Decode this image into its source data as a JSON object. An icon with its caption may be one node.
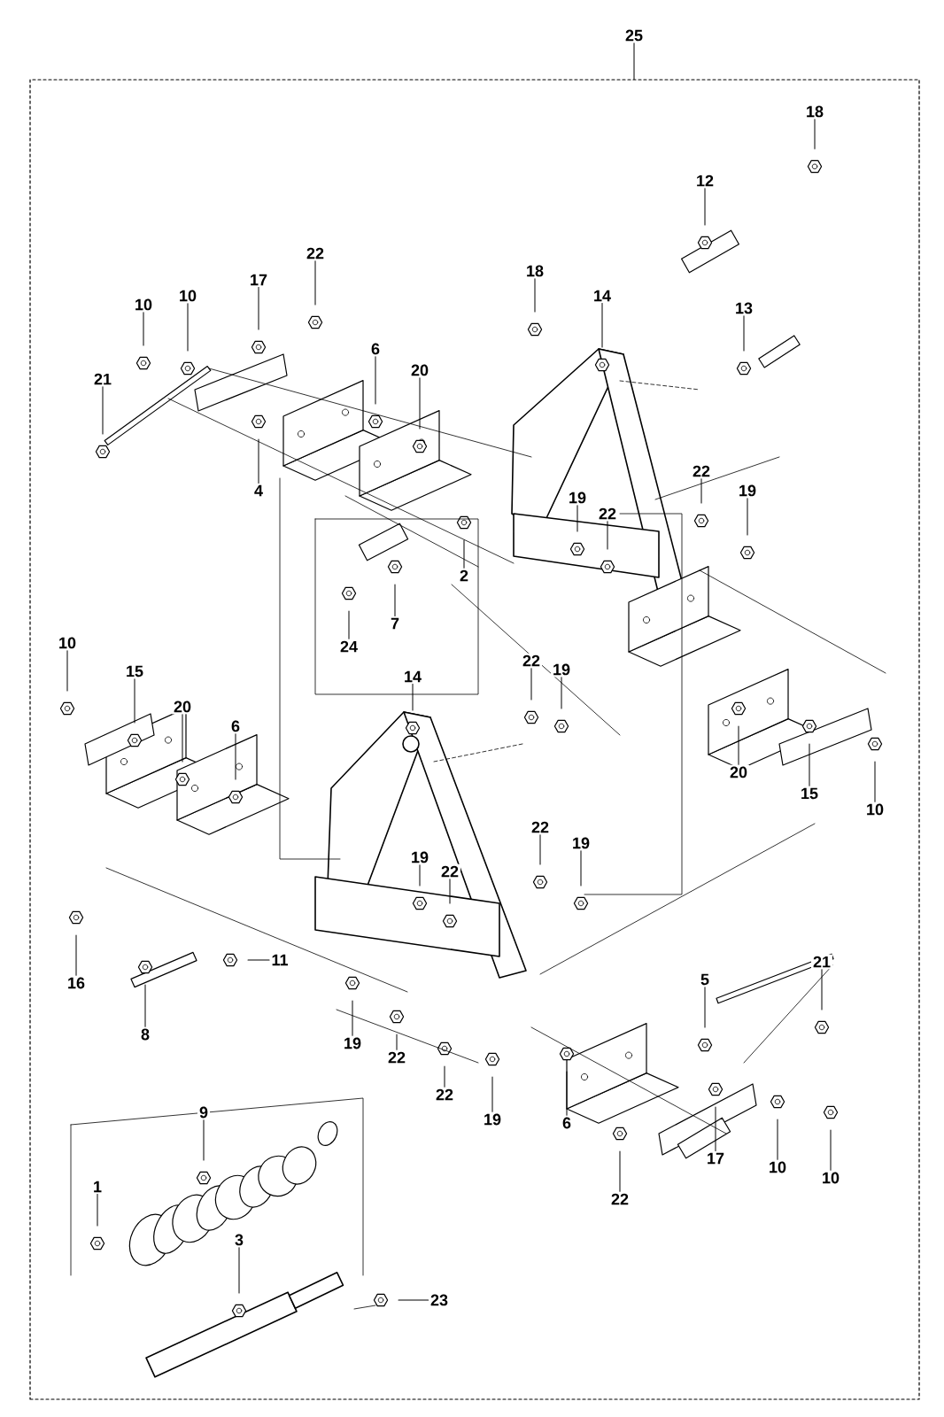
{
  "diagram": {
    "nodes": [
      {
        "text": [],
        "shape": "box"
      },
      {
        "text": [
          "25"
        ]
      },
      {
        "text": [
          "18"
        ],
        "in": 0
      },
      {
        "text": [
          "12"
        ],
        "in": 0
      },
      {
        "text": [
          "22"
        ],
        "in": 0
      },
      {
        "text": [
          "17"
        ],
        "in": 0
      },
      {
        "text": [
          "10"
        ],
        "in": 0
      },
      {
        "text": [
          "10"
        ],
        "in": 0
      },
      {
        "text": [
          "18"
        ],
        "in": 0
      },
      {
        "text": [
          "14"
        ],
        "in": 0
      },
      {
        "text": [
          "13"
        ],
        "in": 0
      },
      {
        "text": [
          "6"
        ],
        "in": 0
      },
      {
        "text": [
          "20"
        ],
        "in": 0
      },
      {
        "text": [
          "21"
        ],
        "in": 0
      },
      {
        "text": [
          "4"
        ],
        "in": 0
      },
      {
        "text": [
          "22"
        ],
        "in": 0
      },
      {
        "text": [
          "19"
        ],
        "in": 0
      },
      {
        "text": [
          "19"
        ],
        "in": 0
      },
      {
        "text": [
          "22"
        ],
        "in": 0
      },
      {
        "text": [
          "2"
        ],
        "in": 0
      },
      {
        "text": [
          "7"
        ],
        "in": 0
      },
      {
        "text": [
          "24"
        ],
        "in": 0
      },
      {
        "text": [
          "10"
        ],
        "in": 0
      },
      {
        "text": [
          "15"
        ],
        "in": 0
      },
      {
        "text": [
          "14"
        ],
        "in": 0
      },
      {
        "text": [
          "20"
        ],
        "in": 0
      },
      {
        "text": [
          "22"
        ],
        "in": 0
      },
      {
        "text": [
          "19"
        ],
        "in": 0
      },
      {
        "text": [
          "6"
        ],
        "in": 0
      },
      {
        "text": [
          "20"
        ],
        "in": 0
      },
      {
        "text": [
          "15"
        ],
        "in": 0
      },
      {
        "text": [
          "10"
        ],
        "in": 0
      },
      {
        "text": [
          "22"
        ],
        "in": 0
      },
      {
        "text": [
          "19"
        ],
        "in": 0
      },
      {
        "text": [
          "19"
        ],
        "in": 0
      },
      {
        "text": [
          "22"
        ],
        "in": 0
      },
      {
        "text": [
          "11"
        ],
        "in": 0
      },
      {
        "text": [
          "21"
        ],
        "in": 0
      },
      {
        "text": [
          "5"
        ],
        "in": 0
      },
      {
        "text": [
          "16"
        ],
        "in": 0
      },
      {
        "text": [
          "8"
        ],
        "in": 0
      },
      {
        "text": [
          "19"
        ],
        "in": 0
      },
      {
        "text": [
          "22"
        ],
        "in": 0
      },
      {
        "text": [
          "22"
        ],
        "in": 0
      },
      {
        "text": [
          "9"
        ],
        "in": 0
      },
      {
        "text": [
          "19"
        ],
        "in": 0
      },
      {
        "text": [
          "6"
        ],
        "in": 0
      },
      {
        "text": [
          "17"
        ],
        "in": 0
      },
      {
        "text": [
          "10"
        ],
        "in": 0
      },
      {
        "text": [
          "1"
        ],
        "in": 0
      },
      {
        "text": [
          "10"
        ],
        "in": 0
      },
      {
        "text": [
          "22"
        ],
        "in": 0
      },
      {
        "text": [
          "3"
        ],
        "in": 0
      },
      {
        "text": [
          "23"
        ],
        "in": 0
      }
    ],
    "edges": [
      {
        "from": 1,
        "to": 0,
        "arrow": "none"
      },
      {
        "from": 2,
        "to": null,
        "arrow": "none"
      },
      {
        "from": 3,
        "to": null,
        "arrow": "none"
      },
      {
        "from": 4,
        "to": null,
        "arrow": "none"
      },
      {
        "from": 5,
        "to": null,
        "arrow": "none"
      },
      {
        "from": 6,
        "to": null,
        "arrow": "none"
      },
      {
        "from": 7,
        "to": null,
        "arrow": "none"
      },
      {
        "from": 8,
        "to": null,
        "arrow": "none"
      },
      {
        "from": 9,
        "to": null,
        "arrow": "none"
      },
      {
        "from": 10,
        "to": null,
        "arrow": "none"
      },
      {
        "from": 11,
        "to": null,
        "arrow": "none"
      },
      {
        "from": 12,
        "to": null,
        "arrow": "none"
      },
      {
        "from": 13,
        "to": null,
        "arrow": "none"
      },
      {
        "from": 14,
        "to": null,
        "arrow": "none"
      },
      {
        "from": 15,
        "to": null,
        "arrow": "none"
      },
      {
        "from": 16,
        "to": null,
        "arrow": "none"
      },
      {
        "from": 17,
        "to": null,
        "arrow": "none"
      },
      {
        "from": 18,
        "to": null,
        "arrow": "none"
      },
      {
        "from": 19,
        "to": null,
        "arrow": "none"
      },
      {
        "from": 20,
        "to": null,
        "arrow": "none"
      },
      {
        "from": 21,
        "to": null,
        "arrow": "none"
      },
      {
        "from": 22,
        "to": null,
        "arrow": "none"
      },
      {
        "from": 23,
        "to": null,
        "arrow": "none"
      },
      {
        "from": 24,
        "to": null,
        "arrow": "none"
      },
      {
        "from": 25,
        "to": null,
        "arrow": "none"
      },
      {
        "from": 26,
        "to": null,
        "arrow": "none"
      },
      {
        "from": 27,
        "to": null,
        "arrow": "none"
      },
      {
        "from": 28,
        "to": null,
        "arrow": "none"
      },
      {
        "from": 29,
        "to": null,
        "arrow": "none"
      },
      {
        "from": 30,
        "to": null,
        "arrow": "none"
      },
      {
        "from": 31,
        "to": null,
        "arrow": "none"
      },
      {
        "from": 32,
        "to": null,
        "arrow": "none"
      },
      {
        "from": 33,
        "to": null,
        "arrow": "none"
      },
      {
        "from": 34,
        "to": null,
        "arrow": "none"
      },
      {
        "from": 35,
        "to": null,
        "arrow": "none"
      },
      {
        "from": 36,
        "to": null,
        "arrow": "none"
      },
      {
        "from": 37,
        "to": null,
        "arrow": "none"
      },
      {
        "from": 38,
        "to": null,
        "arrow": "none"
      },
      {
        "from": 39,
        "to": null,
        "arrow": "none"
      },
      {
        "from": 40,
        "to": null,
        "arrow": "none"
      },
      {
        "from": 41,
        "to": null,
        "arrow": "none"
      },
      {
        "from": 42,
        "to": null,
        "arrow": "none"
      },
      {
        "from": 43,
        "to": null,
        "arrow": "none"
      },
      {
        "from": 44,
        "to": null,
        "arrow": "none"
      },
      {
        "from": 45,
        "to": null,
        "arrow": "none"
      },
      {
        "from": 46,
        "to": null,
        "arrow": "none"
      },
      {
        "from": 47,
        "to": null,
        "arrow": "none"
      },
      {
        "from": 48,
        "to": null,
        "arrow": "none"
      },
      {
        "from": 49,
        "to": null,
        "arrow": "none"
      },
      {
        "from": 50,
        "to": null,
        "arrow": "none"
      },
      {
        "from": 51,
        "to": null,
        "arrow": "none"
      },
      {
        "from": 52,
        "to": null,
        "arrow": "none"
      },
      {
        "from": 53,
        "to": null,
        "arrow": "none"
      }
    ]
  }
}
